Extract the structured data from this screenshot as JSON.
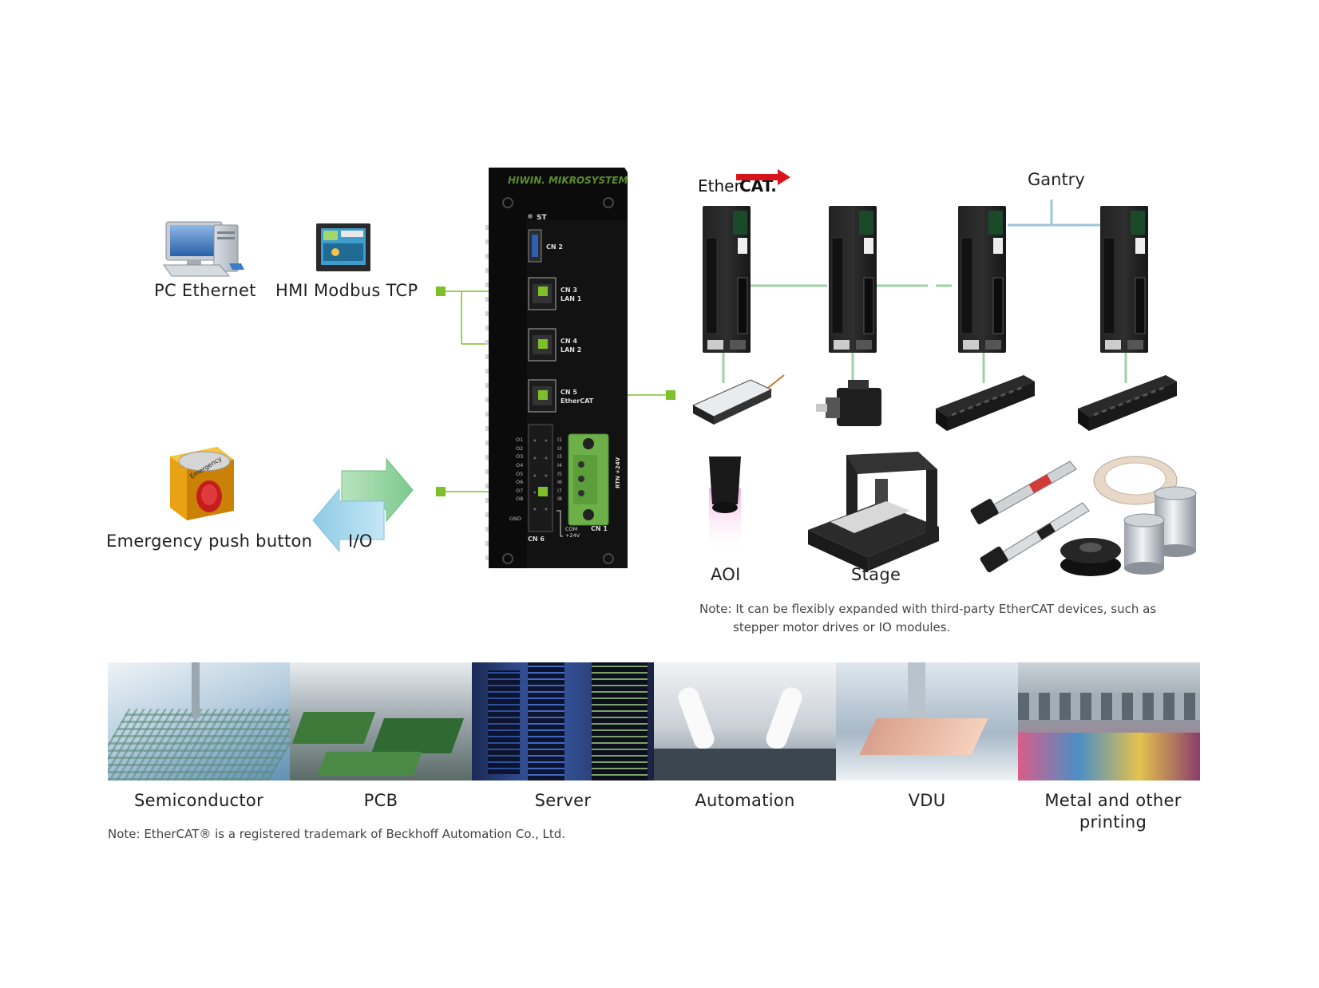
{
  "controller": {
    "brand": "HIWIN. MIKROSYSTEM",
    "status_led": "ST",
    "ports": {
      "cn2": "CN 2",
      "cn3": "CN 3",
      "lan1": "LAN 1",
      "cn4": "CN 4",
      "lan2": "LAN 2",
      "cn5": "CN 5",
      "ethercat": "EtherCAT",
      "cn6": "CN 6",
      "cn1": "CN 1",
      "rtn24": "RTN +24V",
      "com": "COM",
      "plus24": "+24V",
      "gnd": "GND"
    },
    "outputs": [
      "O1",
      "O2",
      "O3",
      "O4",
      "O5",
      "O6",
      "O7",
      "O8"
    ],
    "inputs": [
      "I1",
      "I2",
      "I3",
      "I4",
      "I5",
      "I6",
      "I7",
      "I8"
    ]
  },
  "left": {
    "pc_label": "PC Ethernet",
    "hmi_label": "HMI Modbus TCP",
    "estop_label": "Emergency push button",
    "estop_text": "Emergency",
    "io_label": "I/O"
  },
  "network": {
    "ethercat_logo": {
      "ether": "Ether",
      "cat": "CAT."
    },
    "gantry_label": "Gantry",
    "aoi_label": "AOI",
    "stage_label": "Stage"
  },
  "notes": {
    "expansion_line1": "Note: It can be flexibly expanded with third-party EtherCAT devices, such as",
    "expansion_line2": "stepper motor drives or IO modules.",
    "trademark": "Note: EtherCAT® is a registered trademark of Beckhoff Automation Co., Ltd."
  },
  "applications": [
    {
      "label": "Semiconductor"
    },
    {
      "label": "PCB"
    },
    {
      "label": "Server"
    },
    {
      "label": "Automation"
    },
    {
      "label": "VDU"
    },
    {
      "label": "Metal and other printing"
    }
  ],
  "colors": {
    "accent_green": "#7dc02a",
    "line_green": "#9fd0a8",
    "gantry_blue": "#9cc6dc",
    "ethercat_red": "#d7141a",
    "controller_black": "#121212"
  }
}
